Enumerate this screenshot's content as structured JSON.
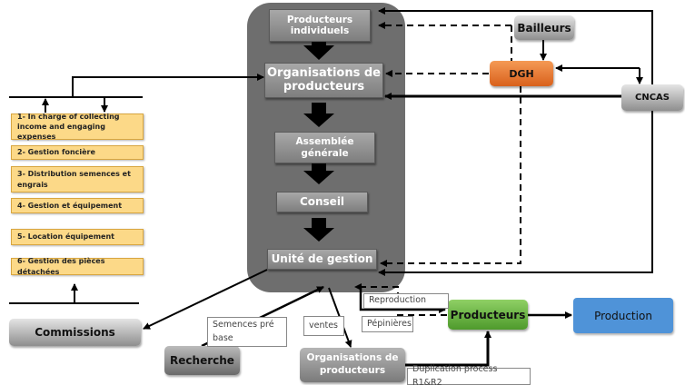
{
  "panel": {
    "producteurs_individuels": "Producteurs individuels",
    "organisations_producteurs": "Organisations de producteurs",
    "assemblee_generale": "Assemblée générale",
    "conseil": "Conseil",
    "unite_de_gestion": "Unité de gestion"
  },
  "external": {
    "bailleurs": "Bailleurs",
    "dgh": "DGH",
    "cncas": "CNCAS"
  },
  "tasks": [
    "1- In charge of collecting income and engaging expenses",
    "2- Gestion foncière",
    "3- Distribution semences et engrais",
    "4- Gestion et équipement",
    "5- Location équipement",
    "6- Gestion des pièces détachées"
  ],
  "bottom": {
    "commissions": "Commissions",
    "recherche": "Recherche",
    "organisations_producteurs": "Organisations de producteurs",
    "producteurs": "Producteurs",
    "production": "Production"
  },
  "labels": {
    "semences": "Semences pré base",
    "ventes": "ventes",
    "reproduction": "Reproduction",
    "pepinieres": "Pépinières",
    "duplication": "Duplication process R1&R2"
  },
  "colors": {
    "dgh": "#e8782e",
    "producteurs": "#5fa83a",
    "production": "#4f93d8",
    "tasks": "#fcd988",
    "panel": "#6e6e6e"
  }
}
